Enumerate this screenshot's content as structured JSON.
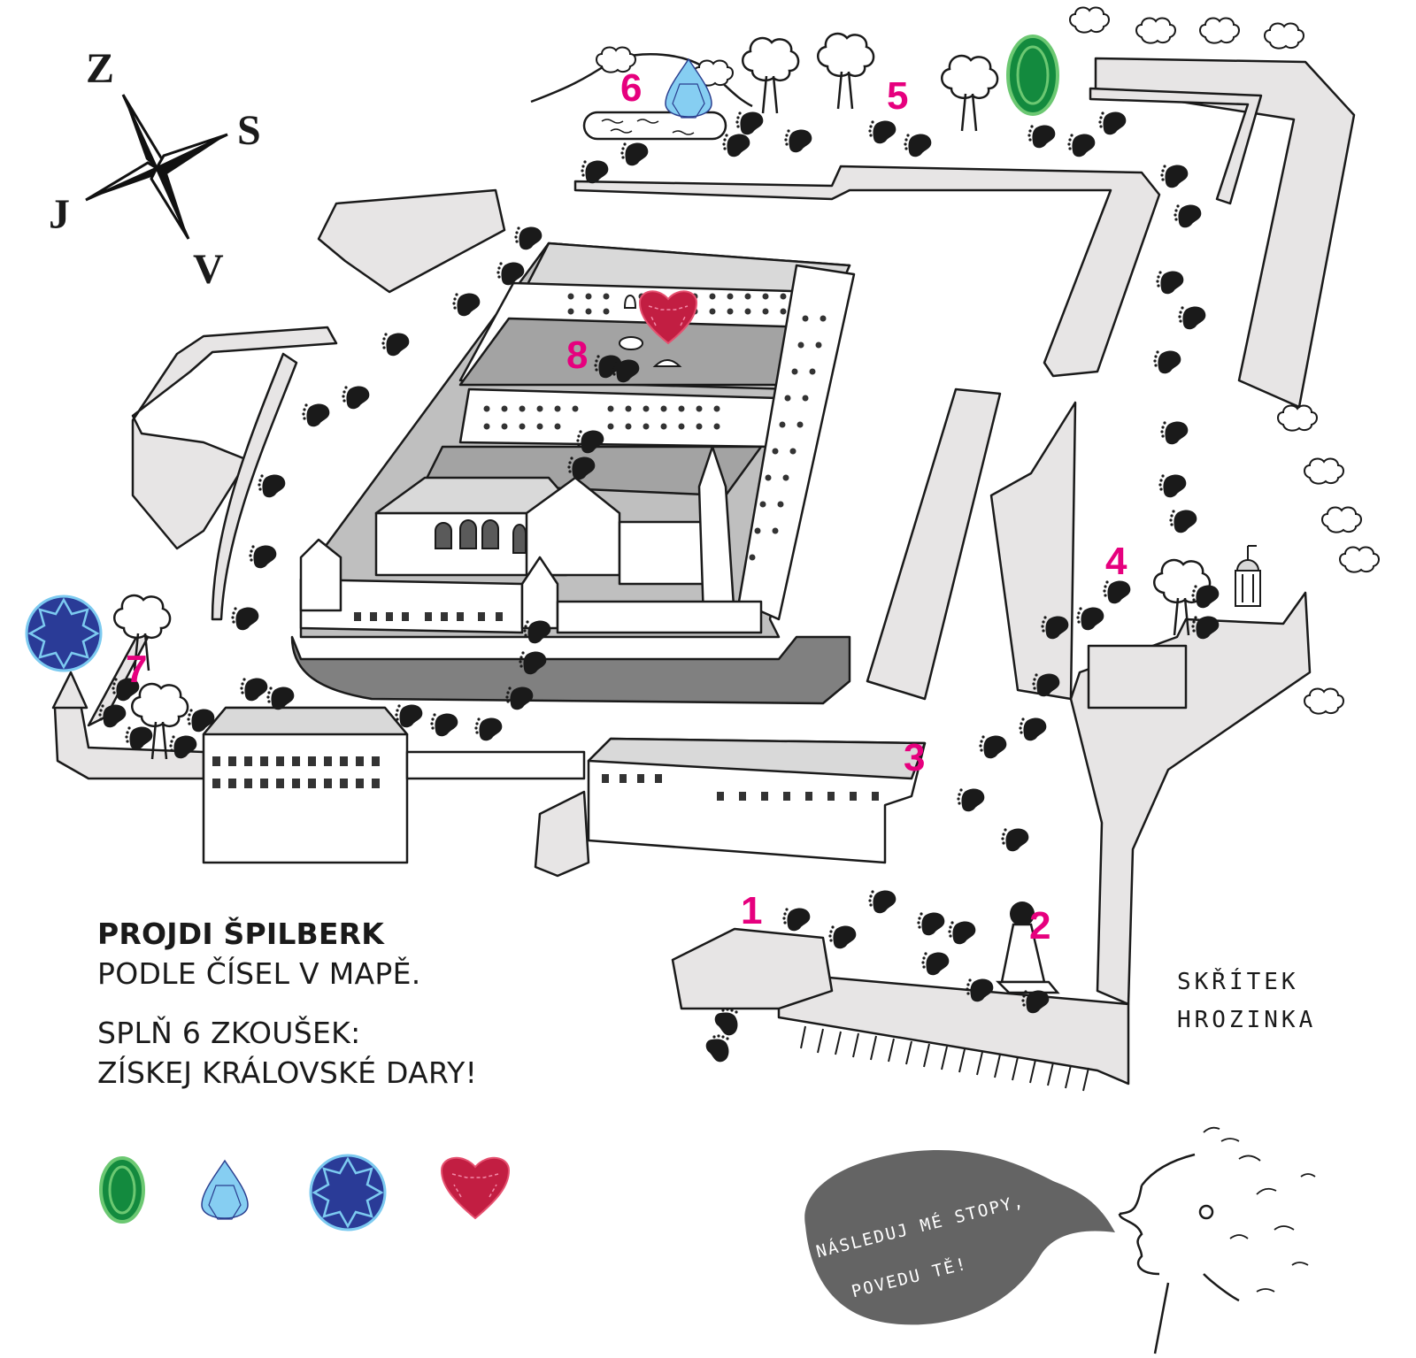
{
  "compass": {
    "north": "S",
    "south": "J",
    "west": "Z",
    "east": "V"
  },
  "markers": [
    {
      "id": "1",
      "label": "1"
    },
    {
      "id": "2",
      "label": "2"
    },
    {
      "id": "3",
      "label": "3"
    },
    {
      "id": "4",
      "label": "4"
    },
    {
      "id": "5",
      "label": "5"
    },
    {
      "id": "6",
      "label": "6"
    },
    {
      "id": "7",
      "label": "7"
    },
    {
      "id": "8",
      "label": "8"
    }
  ],
  "marker_color": "#e6007e",
  "legend": {
    "title": "PROJDI ŠPILBERK",
    "line1": "PODLE ČÍSEL V MAPĚ.",
    "line2": "SPLŇ 6 ZKOUŠEK:",
    "line3": "ZÍSKEJ KRÁLOVSKÉ DARY!"
  },
  "gems": [
    {
      "name": "emerald",
      "icon": "green-gem-icon",
      "fill": "#138a3e",
      "facet": "#6cc872"
    },
    {
      "name": "aquamarine",
      "icon": "blue-teardrop-gem-icon",
      "fill": "#86cef2",
      "facet": "#2b3f8f"
    },
    {
      "name": "sapphire",
      "icon": "sapphire-star-gem-icon",
      "fill": "#2a3b97",
      "facet": "#7ccaf0"
    },
    {
      "name": "ruby",
      "icon": "ruby-heart-gem-icon",
      "fill": "#c21e42",
      "facet": "#f28aa8"
    }
  ],
  "character": {
    "name_line1": "SKŘÍTEK",
    "name_line2": "HROZINKA",
    "speech_line1": "NÁSLEDUJ MÉ STOPY,",
    "speech_line2": "POVEDU TĚ!",
    "bubble_color": "#646464"
  },
  "palette": {
    "wall": "#e7e5e5",
    "courtyard": "#a3a3a3",
    "moat": "#808080",
    "ink": "#1a1a1a"
  }
}
